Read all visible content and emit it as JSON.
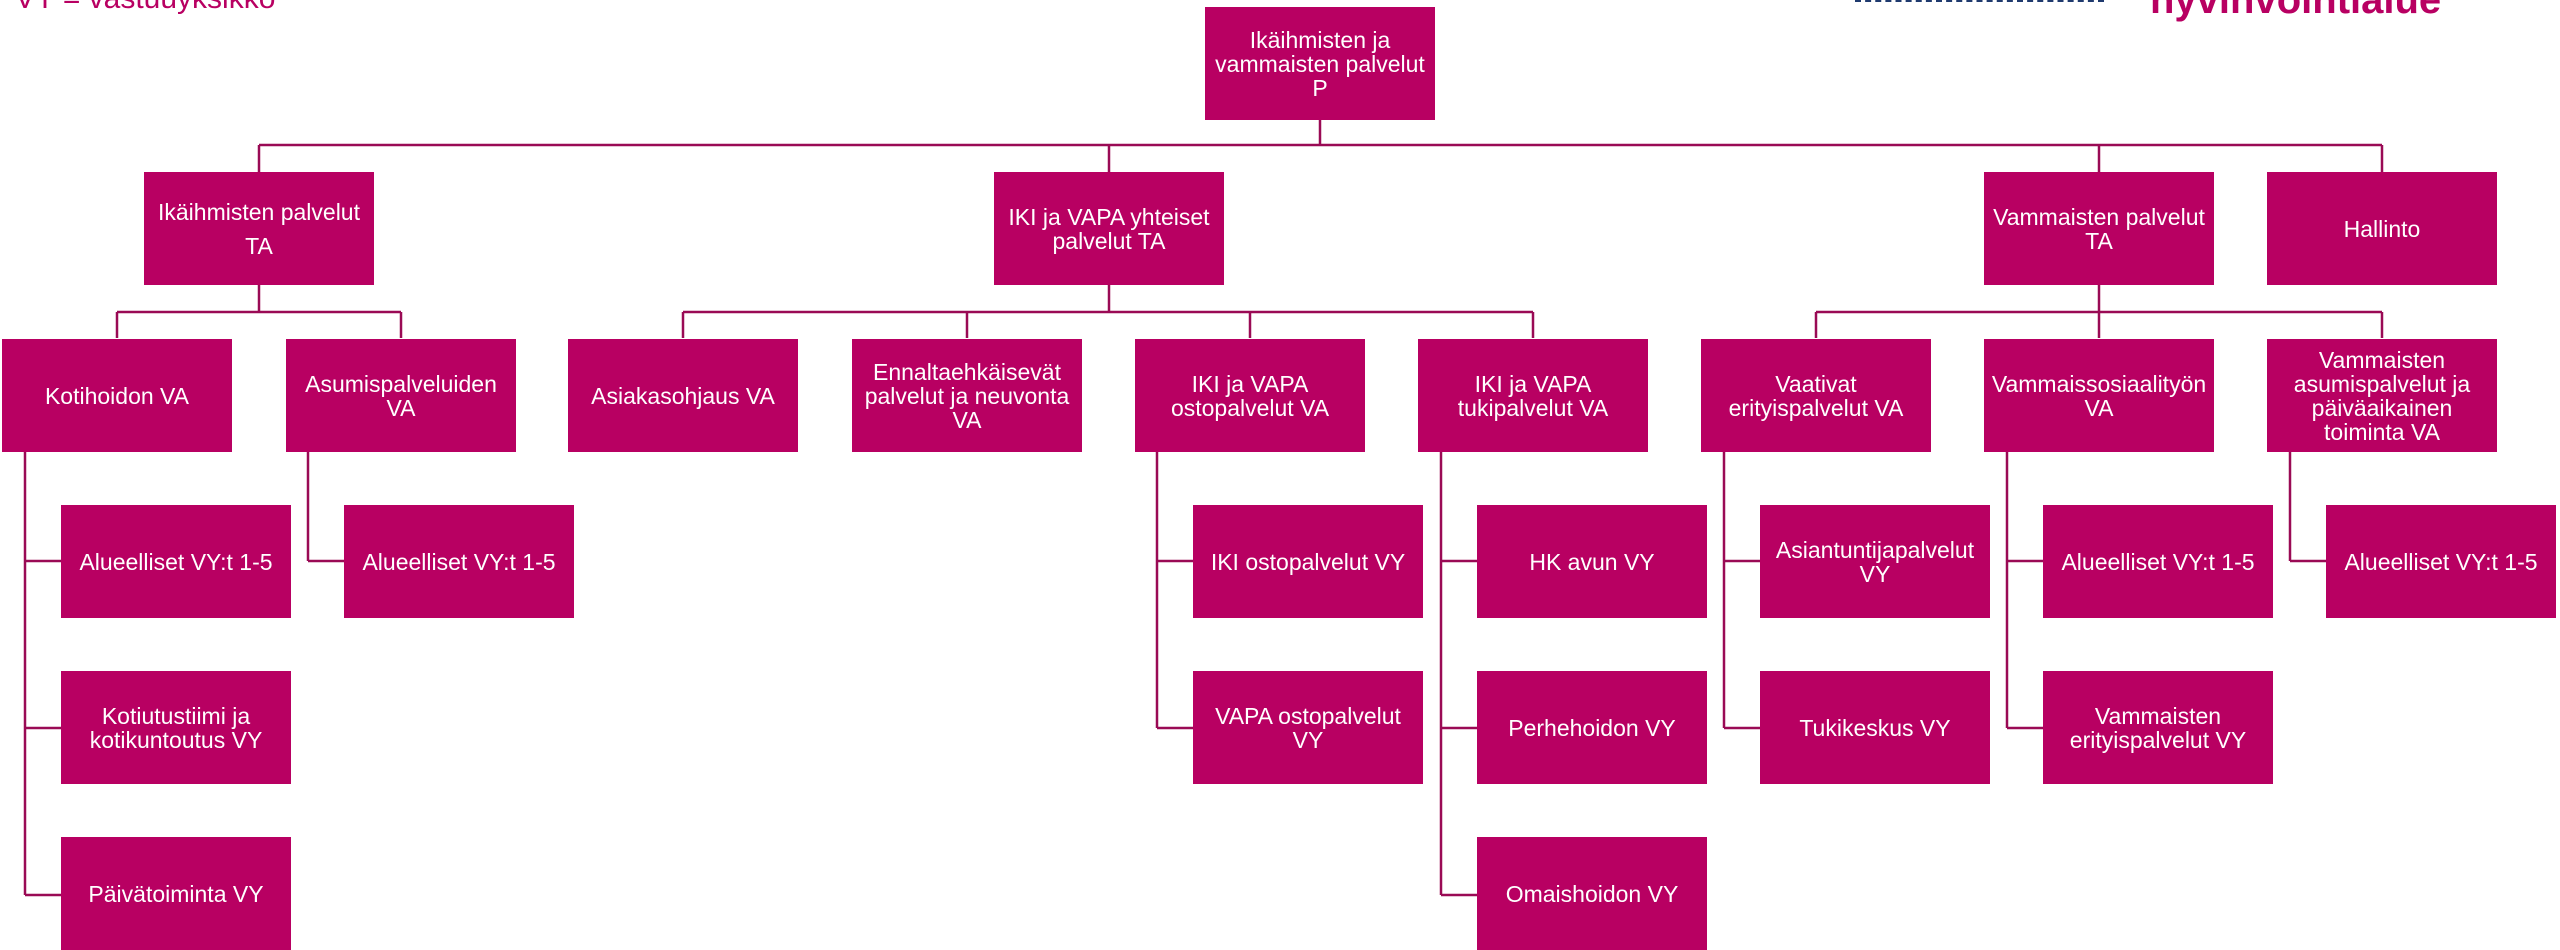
{
  "legend": {
    "text": "VY = vastuuyksikkö"
  },
  "logo": {
    "text": "hyvinvointialue"
  },
  "colors": {
    "box": "#b80062",
    "line": "#9a0a55",
    "text": "#ffffff"
  },
  "org": {
    "root": {
      "label": "Ikäihmisten ja\nvammaisten palvelut\nP"
    },
    "ikaihmiset": {
      "label": "Ikäihmisten palvelut",
      "code": "TA"
    },
    "yhteiset": {
      "label": "IKI ja VAPA yhteiset\npalvelut TA"
    },
    "vammaiset": {
      "label": "Vammaisten palvelut\nTA"
    },
    "hallinto": {
      "label": "Hallinto"
    },
    "kotihoito": {
      "label": "Kotihoidon VA"
    },
    "asumis": {
      "label": "Asumispalveluiden\nVA"
    },
    "asiakasohjaus": {
      "label": "Asiakasohjaus VA"
    },
    "ennalta": {
      "label": "Ennaltaehkäisevät\npalvelut ja neuvonta\nVA"
    },
    "osto": {
      "label": "IKI ja VAPA\nostopalvelut VA"
    },
    "tuki": {
      "label": "IKI ja VAPA\ntukipalvelut VA"
    },
    "vaativat": {
      "label": "Vaativat\nerityispalvelut VA"
    },
    "vammaissos": {
      "label": "Vammaissosiaalityön\nVA"
    },
    "vammasum": {
      "label": "Vammaisten\nasumispalvelut ja\npäiväaikainen\ntoiminta VA"
    },
    "koti_alue": {
      "label": "Alueelliset VY:t 1-5"
    },
    "koti_kotiutus": {
      "label": "Kotiutustiimi ja\nkotikuntoutus VY"
    },
    "koti_paiva": {
      "label": "Päivätoiminta VY"
    },
    "asum_alue": {
      "label": "Alueelliset VY:t 1-5"
    },
    "osto_iki": {
      "label": "IKI ostopalvelut VY"
    },
    "osto_vapa": {
      "label": "VAPA ostopalvelut\nVY"
    },
    "tuki_hk": {
      "label": "HK avun VY"
    },
    "tuki_perhe": {
      "label": "Perhehoidon VY"
    },
    "tuki_omais": {
      "label": "Omaishoidon VY"
    },
    "vaat_asiant": {
      "label": "Asiantuntijapalvelut\nVY"
    },
    "vaat_tuki": {
      "label": "Tukikeskus VY"
    },
    "vsos_alue": {
      "label": "Alueelliset VY:t 1-5"
    },
    "vsos_erit": {
      "label": "Vammaisten\nerityispalvelut VY"
    },
    "vasum_alue": {
      "label": "Alueelliset VY:t 1-5"
    }
  }
}
